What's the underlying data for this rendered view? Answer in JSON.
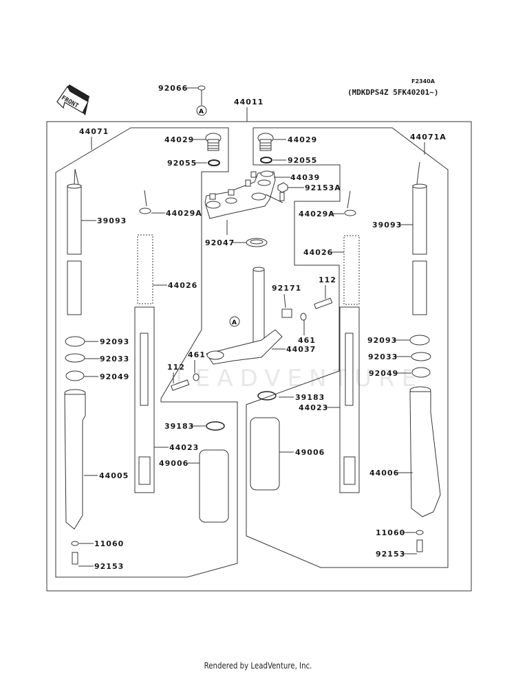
{
  "header": {
    "figure_code": "F2340A",
    "serial_range": "(MDKDPS4Z 5FK40201~)"
  },
  "front_indicator": {
    "label": "FRONT",
    "icon": "front-arrow-icon"
  },
  "watermark": "LEADVENTURE",
  "reference_marker": "A",
  "parts": {
    "p92066": "92066",
    "p44011": "44011",
    "p44071": "44071",
    "p44071A": "44071A",
    "p44029_l": "44029",
    "p44029_r": "44029",
    "p92055_l": "92055",
    "p92055_r": "92055",
    "p44039": "44039",
    "p92153A": "92153A",
    "p44029A_l": "44029A",
    "p44029A_r": "44029A",
    "p39093_l": "39093",
    "p39093_r": "39093",
    "p92047": "92047",
    "p44026_l": "44026",
    "p44026_r": "44026",
    "p92171": "92171",
    "p112_r": "112",
    "p112_l": "112",
    "p461_r": "461",
    "p461_l": "461",
    "p44037": "44037",
    "p92093_l": "92093",
    "p92093_r": "92093",
    "p92033_l": "92033",
    "p92033_r": "92033",
    "p92049_l": "92049",
    "p92049_r": "92049",
    "p39183_l": "39183",
    "p39183_r": "39183",
    "p44023_l": "44023",
    "p44023_r": "44023",
    "p49006_l": "49006",
    "p49006_r": "49006",
    "p44005": "44005",
    "p44006": "44006",
    "p11060_l": "11060",
    "p11060_r": "11060",
    "p92153_l": "92153",
    "p92153_r": "92153"
  },
  "footer": {
    "credit": "Rendered by LeadVenture, Inc."
  }
}
